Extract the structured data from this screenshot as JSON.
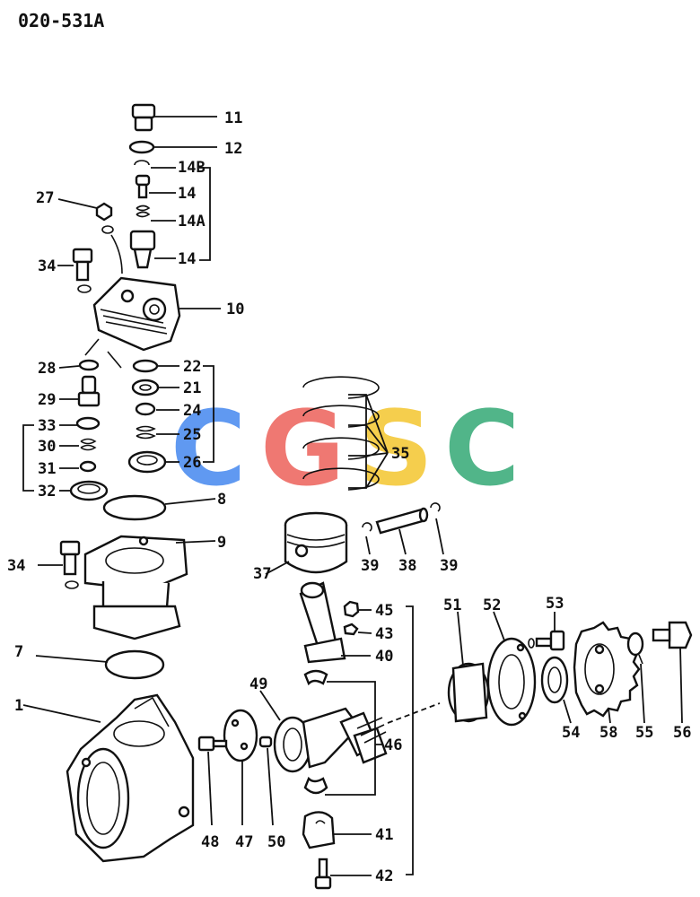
{
  "title": "020-531A",
  "watermark": {
    "letters": [
      "C",
      "G",
      "S",
      "C"
    ],
    "colors": [
      "#4f8ff0",
      "#ee6a63",
      "#f5c93a",
      "#3fae7d"
    ]
  },
  "labels": {
    "l11": "11",
    "l12": "12",
    "l14b": "14B",
    "l14c": "14",
    "l14a": "14A",
    "l14d": "14",
    "l27": "27",
    "l34a": "34",
    "l10": "10",
    "l28": "28",
    "l22": "22",
    "l21": "21",
    "l29": "29",
    "l24": "24",
    "l33": "33",
    "l25": "25",
    "l30": "30",
    "l26": "26",
    "l31": "31",
    "l32": "32",
    "l8": "8",
    "l35": "35",
    "l9": "9",
    "l34b": "34",
    "l37": "37",
    "l39a": "39",
    "l38": "38",
    "l39b": "39",
    "l45": "45",
    "l43": "43",
    "l40": "40",
    "l51": "51",
    "l52": "52",
    "l53": "53",
    "l7": "7",
    "l1": "1",
    "l49": "49",
    "l54": "54",
    "l58": "58",
    "l55": "55",
    "l56": "56",
    "l46": "46",
    "l48": "48",
    "l47": "47",
    "l50": "50",
    "l41": "41",
    "l42": "42"
  }
}
